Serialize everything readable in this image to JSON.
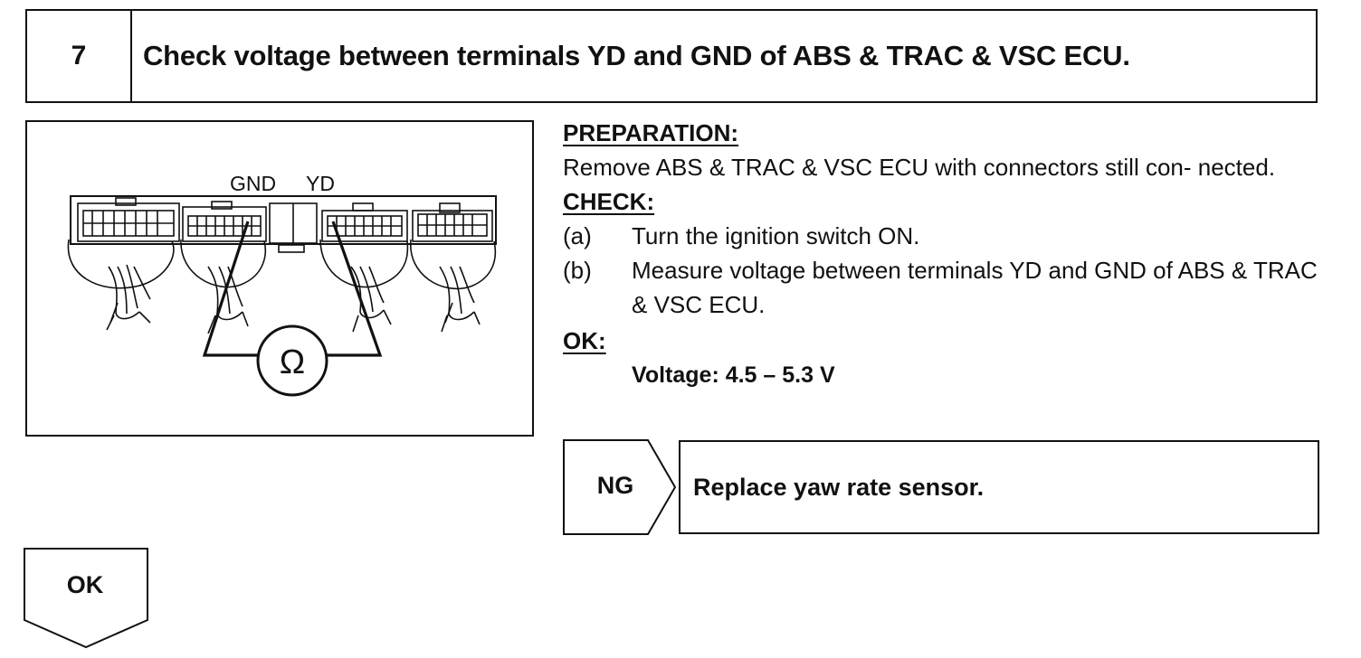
{
  "step": {
    "number": "7",
    "title": "Check voltage between terminals YD and GND of ABS & TRAC & VSC ECU."
  },
  "diagram": {
    "label_gnd": "GND",
    "label_yd": "YD",
    "meter_symbol": "Ω",
    "icon": "ohmmeter-icon"
  },
  "preparation": {
    "heading": "PREPARATION:",
    "text": "Remove ABS & TRAC & VSC ECU with connectors still con- nected."
  },
  "check": {
    "heading": "CHECK:",
    "items": [
      {
        "label": "(a)",
        "text": "Turn the ignition switch ON."
      },
      {
        "label": "(b)",
        "text": "Measure voltage between terminals YD and GND of ABS & TRAC & VSC ECU."
      }
    ]
  },
  "ok_spec": {
    "heading": "OK:",
    "value": "Voltage: 4.5 – 5.3 V"
  },
  "ng_branch": {
    "label": "NG",
    "action": "Replace yaw rate sensor."
  },
  "ok_branch": {
    "label": "OK"
  }
}
